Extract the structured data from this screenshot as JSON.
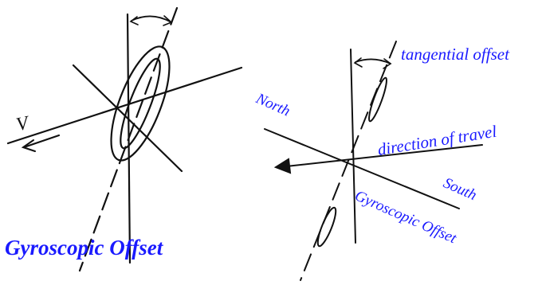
{
  "left_figure": {
    "velocity_symbol": "V",
    "caption": "Gyroscopic Offset"
  },
  "right_figure": {
    "labels": {
      "tangential_offset": "tangential offset",
      "north": "North",
      "direction_of_travel": "direction of travel",
      "south": "South",
      "gyroscopic_offset": "Gyroscopic Offset"
    }
  },
  "colors": {
    "ink": "#111111",
    "label": "#1a1aff"
  }
}
